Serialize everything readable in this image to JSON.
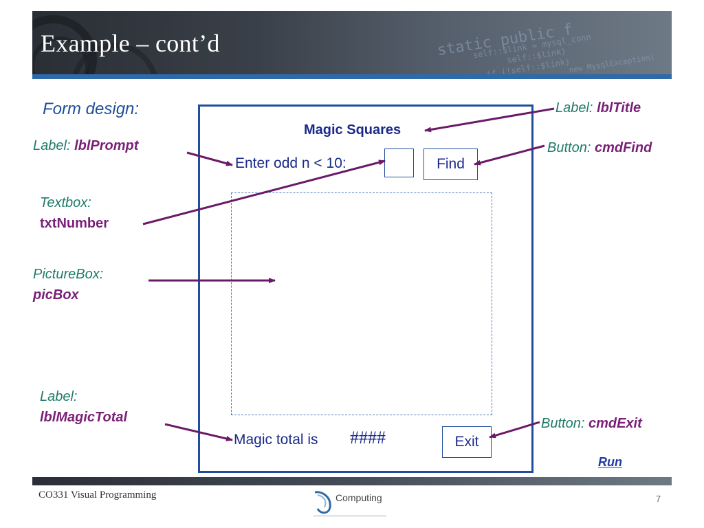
{
  "header": {
    "title": "Example – cont’d"
  },
  "slide": {
    "subtitle": "Form design:",
    "annotations": {
      "lbl_title": {
        "kind": "Label:",
        "name": "lblTitle"
      },
      "lbl_prompt": {
        "kind": "Label:",
        "name": "lblPrompt"
      },
      "cmd_find": {
        "kind": "Button:",
        "name": "cmdFind"
      },
      "txt_number": {
        "kind": "Textbox:",
        "name": "txtNumber"
      },
      "pic_box": {
        "kind": "PictureBox:",
        "name": "picBox"
      },
      "lbl_magic_total": {
        "kind": "Label:",
        "name": "lblMagicTotal"
      },
      "cmd_exit": {
        "kind": "Button:",
        "name": "cmdExit"
      }
    },
    "run_link": "Run"
  },
  "form": {
    "title": "Magic Squares",
    "prompt": "Enter odd n < 10:",
    "find_label": "Find",
    "magic_total_label": "Magic total is",
    "magic_total_value": "####",
    "exit_label": "Exit"
  },
  "footer": {
    "course": "CO331 Visual Programming",
    "logo_text": "Computing",
    "page_number": "7"
  },
  "banner_code": [
    "static public f",
    "self::$link = mysql_conn",
    "self::$link)",
    "if (!self::$link)",
    "new MysqlException("
  ],
  "colors": {
    "accent": "#1f4e9c",
    "annotation_kind": "#1f7a6a",
    "annotation_name": "#7a1f78",
    "banner_stripe": "#2e69a8"
  }
}
